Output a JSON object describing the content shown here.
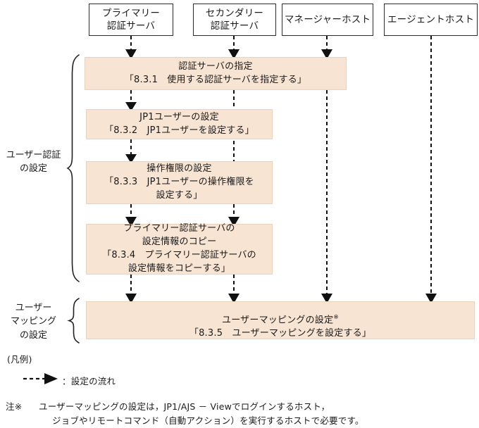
{
  "diagram": {
    "title": "JP1 user authentication and user mapping setup flow",
    "colors": {
      "step_fill": "#f7e4d3",
      "step_border": "#e8d3bd",
      "host_border": "#2b2b2b",
      "line": "#1a1a1a",
      "background": "#ffffff"
    },
    "host_boxes": [
      {
        "id": "primary-auth-server",
        "label": "プライマリー\n認証サーバ"
      },
      {
        "id": "secondary-auth-server",
        "label": "セカンダリー\n認証サーバ"
      },
      {
        "id": "manager-host",
        "label": "マネージャーホスト"
      },
      {
        "id": "agent-host",
        "label": "エージェントホスト"
      }
    ],
    "group_labels": [
      {
        "id": "user-authentication-group",
        "label": "ユーザー認証\nの設定"
      },
      {
        "id": "user-mapping-group",
        "label": "ユーザー\nマッピング\nの設定"
      }
    ],
    "steps": [
      {
        "id": "step-8-3-1",
        "heading": "認証サーバの指定",
        "reference": "「8.3.1　使用する認証サーバを指定する」",
        "note_mark": "",
        "targets": [
          "primary-auth-server",
          "secondary-auth-server",
          "manager-host"
        ]
      },
      {
        "id": "step-8-3-2",
        "heading": "JP1ユーザーの設定",
        "reference": "「8.3.2　JP1ユーザーを設定する」",
        "note_mark": "",
        "targets": [
          "primary-auth-server"
        ]
      },
      {
        "id": "step-8-3-3",
        "heading": "操作権限の設定",
        "reference": "「8.3.3　JP1ユーザーの操作権限を\n設定する」",
        "note_mark": "",
        "targets": [
          "primary-auth-server"
        ]
      },
      {
        "id": "step-8-3-4",
        "heading": "プライマリー認証サーバの\n設定情報のコピー",
        "reference": "「8.3.4　プライマリー認証サーバの\n設定情報をコピーする」",
        "note_mark": "",
        "targets": [
          "primary-auth-server",
          "secondary-auth-server"
        ]
      },
      {
        "id": "step-8-3-5",
        "heading": "ユーザーマッピングの設定",
        "note_mark": "※",
        "reference": "「8.3.5　ユーザーマッピングを設定する」",
        "targets": [
          "primary-auth-server",
          "secondary-auth-server",
          "manager-host",
          "agent-host"
        ]
      }
    ],
    "legend": {
      "title": "(凡例)",
      "arrow_label": "：設定の流れ"
    },
    "footnote": {
      "marker": "注※",
      "line1": "ユーザーマッピングの設定は，JP1/AJS － Viewでログインするホスト，",
      "line2": "ジョブやリモートコマンド（自動アクション）を実行するホストで必要です。"
    }
  }
}
